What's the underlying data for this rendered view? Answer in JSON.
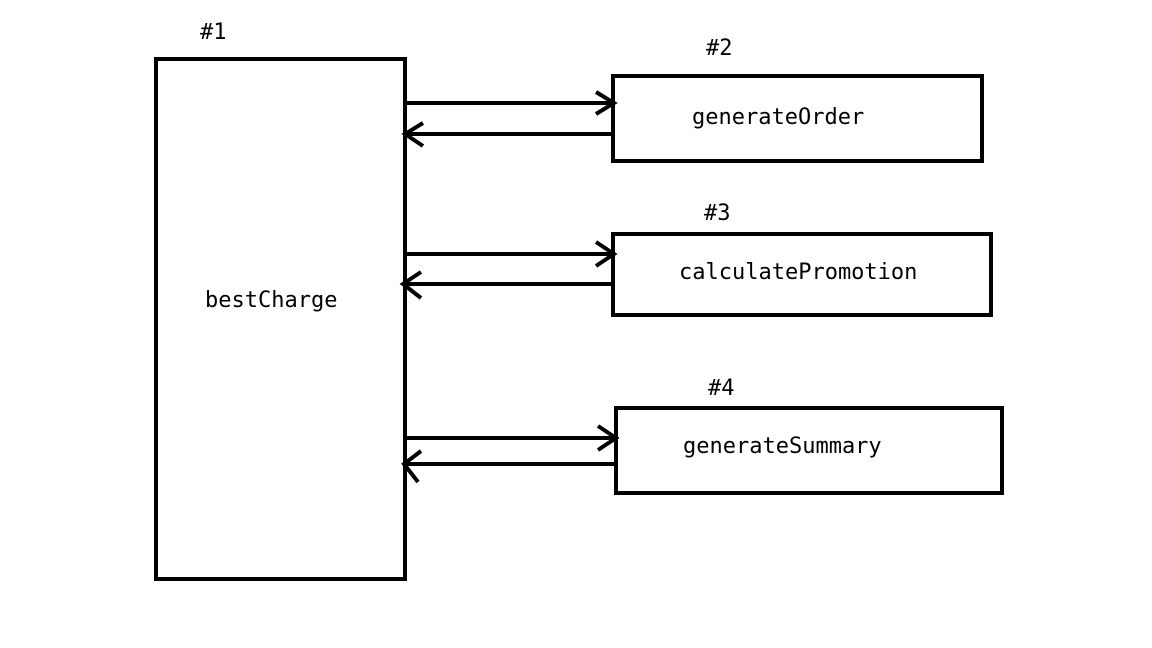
{
  "main": {
    "id": "#1",
    "label": "bestCharge"
  },
  "functions": [
    {
      "id": "#2",
      "label": "generateOrder"
    },
    {
      "id": "#3",
      "label": "calculatePromotion"
    },
    {
      "id": "#4",
      "label": "generateSummary"
    }
  ],
  "colors": {
    "line": "#000000",
    "background": "#ffffff"
  }
}
